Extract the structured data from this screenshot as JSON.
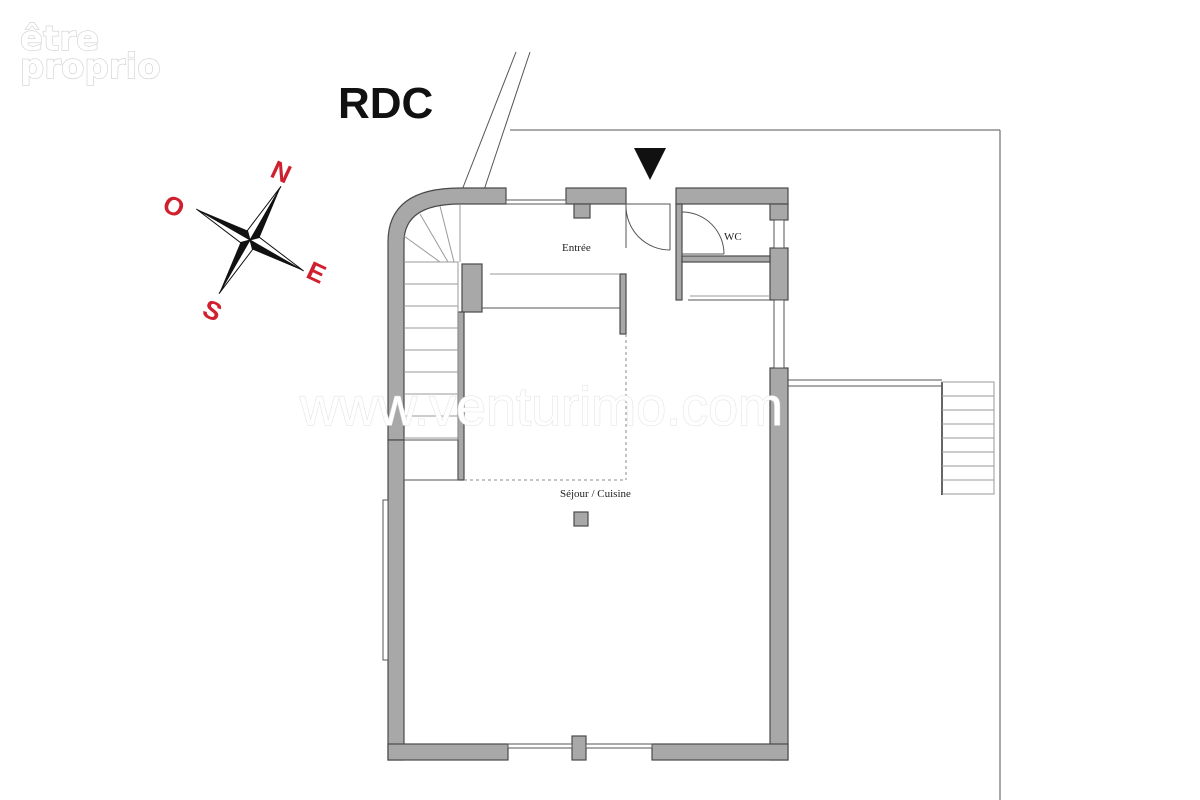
{
  "brand": {
    "line1": "être",
    "line2": "proprio"
  },
  "floor_title": "RDC",
  "compass": {
    "north": "N",
    "east": "E",
    "south": "S",
    "west": "O",
    "letter_color": "#d0202e"
  },
  "rooms": {
    "entree": "Entrée",
    "wc": "WC",
    "sejour": "Séjour / Cuisine"
  },
  "watermark": "www.venturimo.com",
  "entrance_marker": "entrance-arrow-icon"
}
